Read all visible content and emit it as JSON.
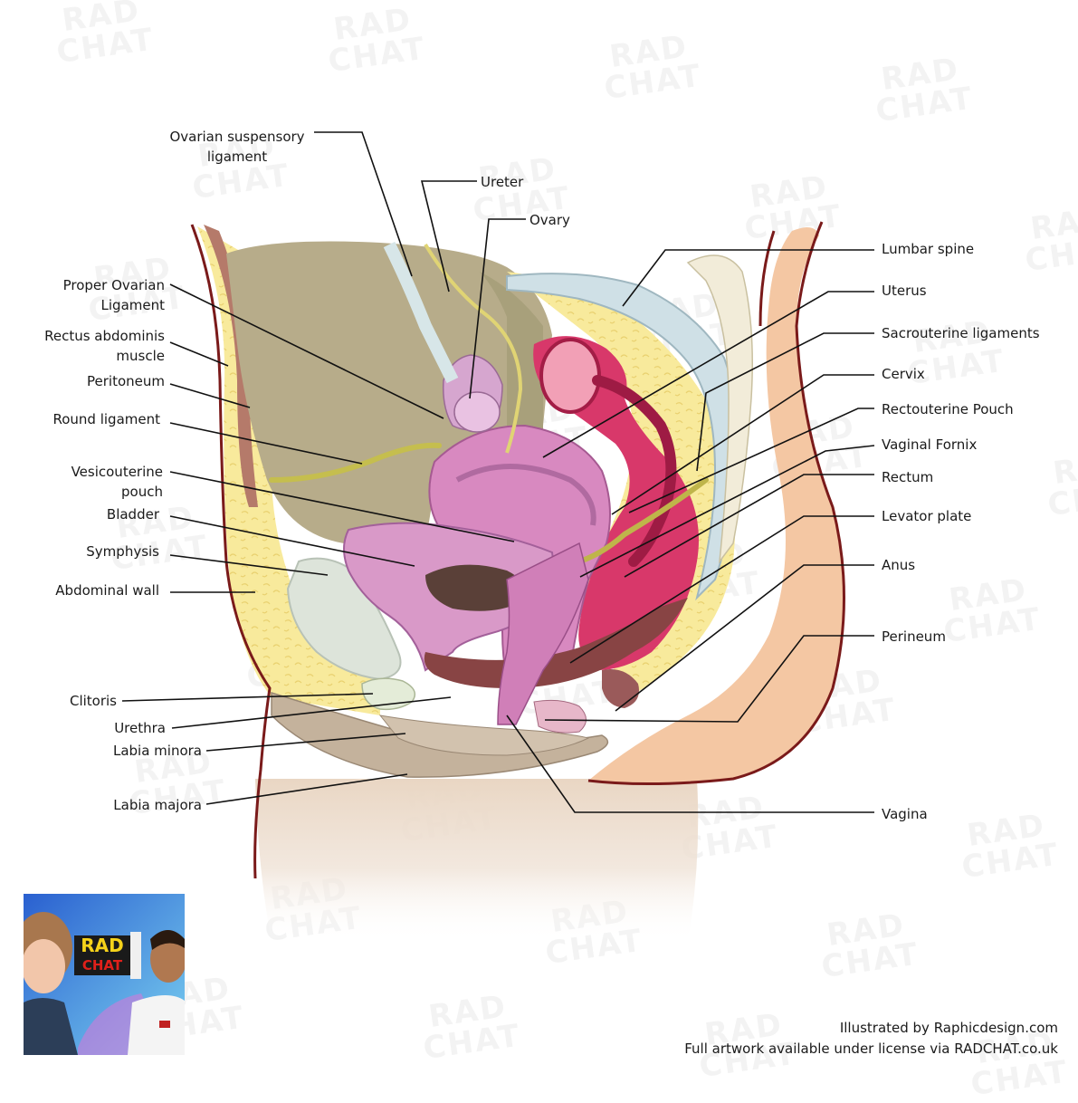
{
  "labels_left": {
    "ovarian_suspensory_ligament": "Ovarian suspensory ligament",
    "ureter": "Ureter",
    "ovary": "Ovary",
    "proper_ovarian_ligament": "Proper Ovarian Ligament",
    "rectus_abdominis_muscle": "Rectus abdominis muscle",
    "peritoneum": "Peritoneum",
    "round_ligament": "Round ligament",
    "vesicouterine_pouch": "Vesicouterine pouch",
    "bladder": "Bladder",
    "symphysis": "Symphysis",
    "abdominal_wall": "Abdominal wall",
    "clitoris": "Clitoris",
    "urethra": "Urethra",
    "labia_minora": "Labia minora",
    "labia_majora": "Labia majora"
  },
  "labels_right": {
    "lumbar_spine": "Lumbar spine",
    "uterus": "Uterus",
    "sacrouterine_ligaments": "Sacrouterine ligaments",
    "cervix": "Cervix",
    "rectouterine_pouch": "Rectouterine Pouch",
    "vaginal_fornix": "Vaginal Fornix",
    "rectum": "Rectum",
    "levator_plate": "Levator plate",
    "anus": "Anus",
    "perineum": "Perineum",
    "vagina": "Vagina"
  },
  "credits": {
    "line1": "Illustrated by Raphicdesign.com",
    "line2": "Full artwork available under license via RADCHAT.co.uk"
  },
  "watermark": {
    "line1": "RAD",
    "line2": "CHAT"
  },
  "logo": {
    "line1": "RAD",
    "line2": "CHAT"
  },
  "colors": {
    "outline": "#7a1a1a",
    "skin": "#f5c9a6",
    "fat": "#f7e6a0",
    "cavity": "#b8ad8c",
    "uterus": "#d98cc3",
    "bladder": "#d69ac6",
    "rectum": "#d63a66",
    "muscle": "#8a4444",
    "ligament": "#c9c25a"
  }
}
